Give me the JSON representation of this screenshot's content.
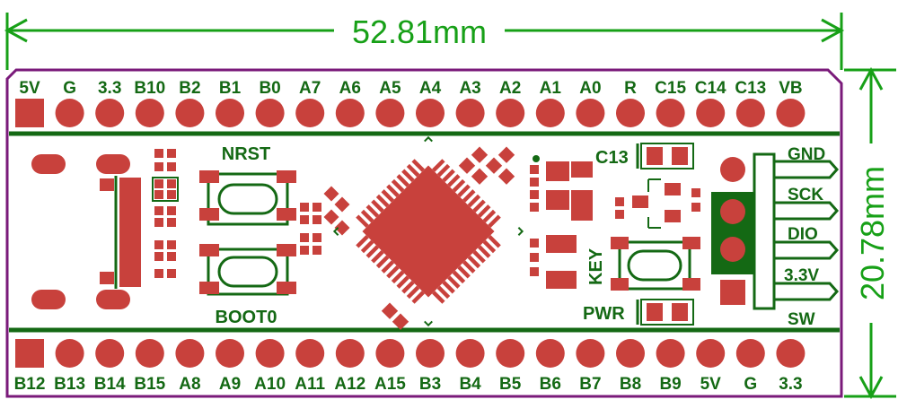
{
  "dimensions": {
    "width_label": "52.81mm",
    "height_label": "20.78mm"
  },
  "top_header": [
    "5V",
    "G",
    "3.3",
    "B10",
    "B2",
    "B1",
    "B0",
    "A7",
    "A6",
    "A5",
    "A4",
    "A3",
    "A2",
    "A1",
    "A0",
    "R",
    "C15",
    "C14",
    "C13",
    "VB"
  ],
  "bottom_header": [
    "B12",
    "B13",
    "B14",
    "B15",
    "A8",
    "A9",
    "A10",
    "A11",
    "A12",
    "A15",
    "B3",
    "B4",
    "B5",
    "B6",
    "B7",
    "B8",
    "B9",
    "5V",
    "G",
    "3.3"
  ],
  "buttons": {
    "reset": "NRST",
    "boot": "BOOT0",
    "user": "KEY"
  },
  "leds": {
    "c13": "C13",
    "pwr": "PWR"
  },
  "swd_header": [
    "GND",
    "SCK",
    "DIO",
    "3.3V",
    "SW"
  ],
  "colors": {
    "silkscreen": "#146914",
    "copper": "#c8413c",
    "outline": "#7a1a7a",
    "dimension": "#17a017"
  }
}
